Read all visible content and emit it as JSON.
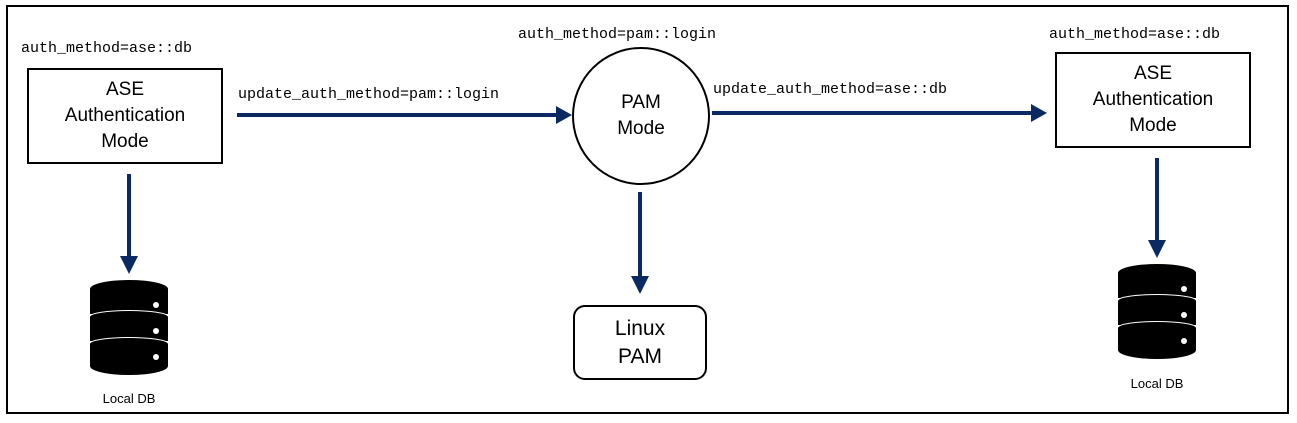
{
  "left_node": {
    "method_label": "auth_method=ase::db",
    "title": "ASE\nAuthentication\nMode",
    "db_label": "Local DB"
  },
  "center_node": {
    "method_label": "auth_method=pam::login",
    "title": "PAM\nMode",
    "target": "Linux\nPAM"
  },
  "right_node": {
    "method_label": "auth_method=ase::db",
    "title": "ASE\nAuthentication\nMode",
    "db_label": "Local DB"
  },
  "edges": {
    "left_to_center": "update_auth_method=pam::login",
    "center_to_right": "update_auth_method=ase::db"
  },
  "colors": {
    "arrow": "#0b2a63",
    "db": "#000000",
    "border": "#000000"
  }
}
